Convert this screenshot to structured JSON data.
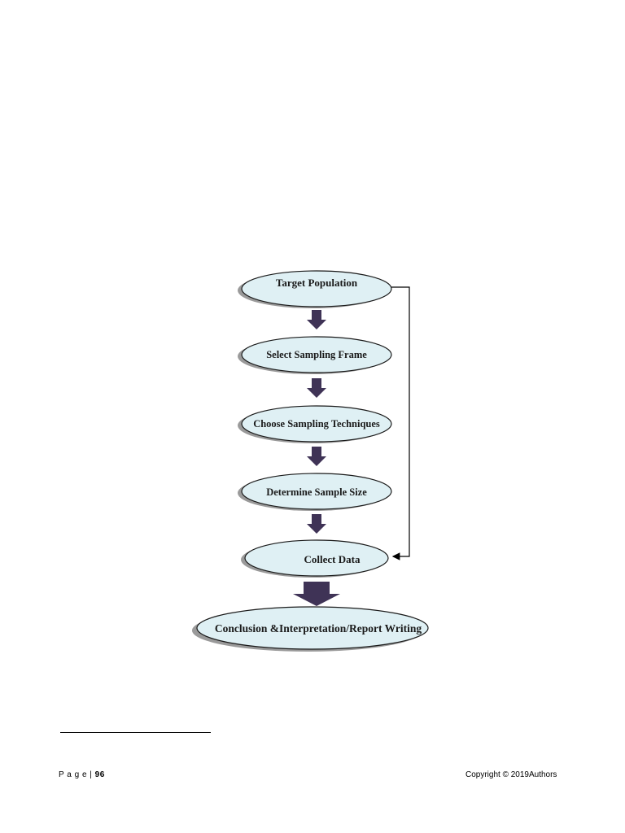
{
  "diagram": {
    "nodes": [
      {
        "id": "target-population",
        "label": "Target Population"
      },
      {
        "id": "select-sampling-frame",
        "label": "Select Sampling Frame"
      },
      {
        "id": "choose-sampling-techniques",
        "label": "Choose Sampling Techniques"
      },
      {
        "id": "determine-sample-size",
        "label": "Determine Sample Size"
      },
      {
        "id": "collect-data",
        "label": "Collect Data"
      },
      {
        "id": "conclusion",
        "label": "Conclusion &Interpretation/Report Writing"
      }
    ],
    "edges": [
      {
        "from": "target-population",
        "to": "select-sampling-frame"
      },
      {
        "from": "select-sampling-frame",
        "to": "choose-sampling-techniques"
      },
      {
        "from": "choose-sampling-techniques",
        "to": "determine-sample-size"
      },
      {
        "from": "determine-sample-size",
        "to": "collect-data"
      },
      {
        "from": "collect-data",
        "to": "conclusion"
      },
      {
        "from": "target-population",
        "to": "collect-data"
      }
    ],
    "colors": {
      "node_fill": "#dff0f4",
      "node_stroke": "#1a1a1a",
      "shadow": "#9a9a9a",
      "arrow": "#3f3356",
      "line": "#000000"
    }
  },
  "footer": {
    "page_prefix": "P a g e | ",
    "page_number": "96",
    "copyright": "Copyright © 2019Authors"
  }
}
